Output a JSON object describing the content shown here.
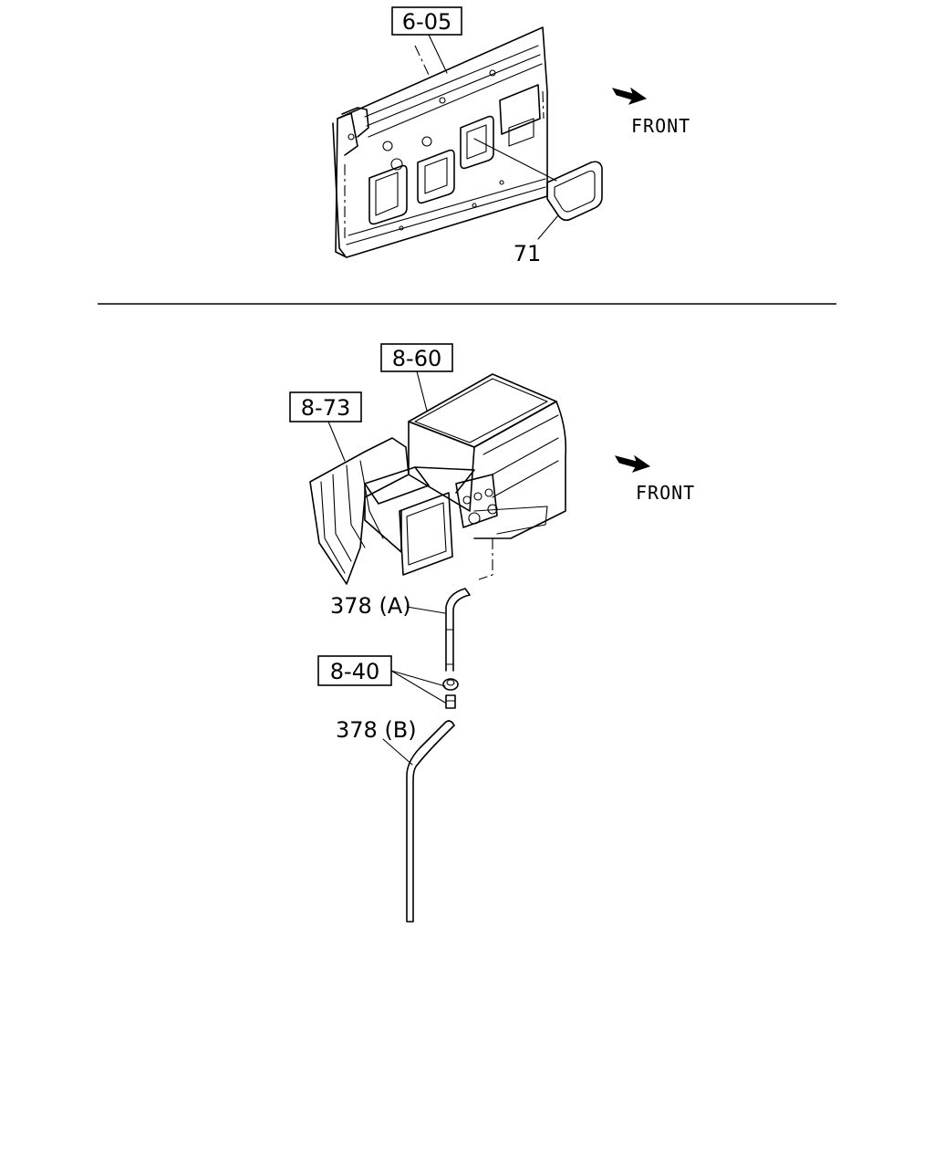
{
  "top_section": {
    "ref_box": "6-05",
    "part_label": "71",
    "front_label": "FRONT"
  },
  "bottom_section": {
    "ref_box_a": "8-60",
    "ref_box_b": "8-73",
    "ref_box_c": "8-40",
    "part_label_a": "378 (A)",
    "part_label_b": "378 (B)",
    "front_label": "FRONT"
  }
}
